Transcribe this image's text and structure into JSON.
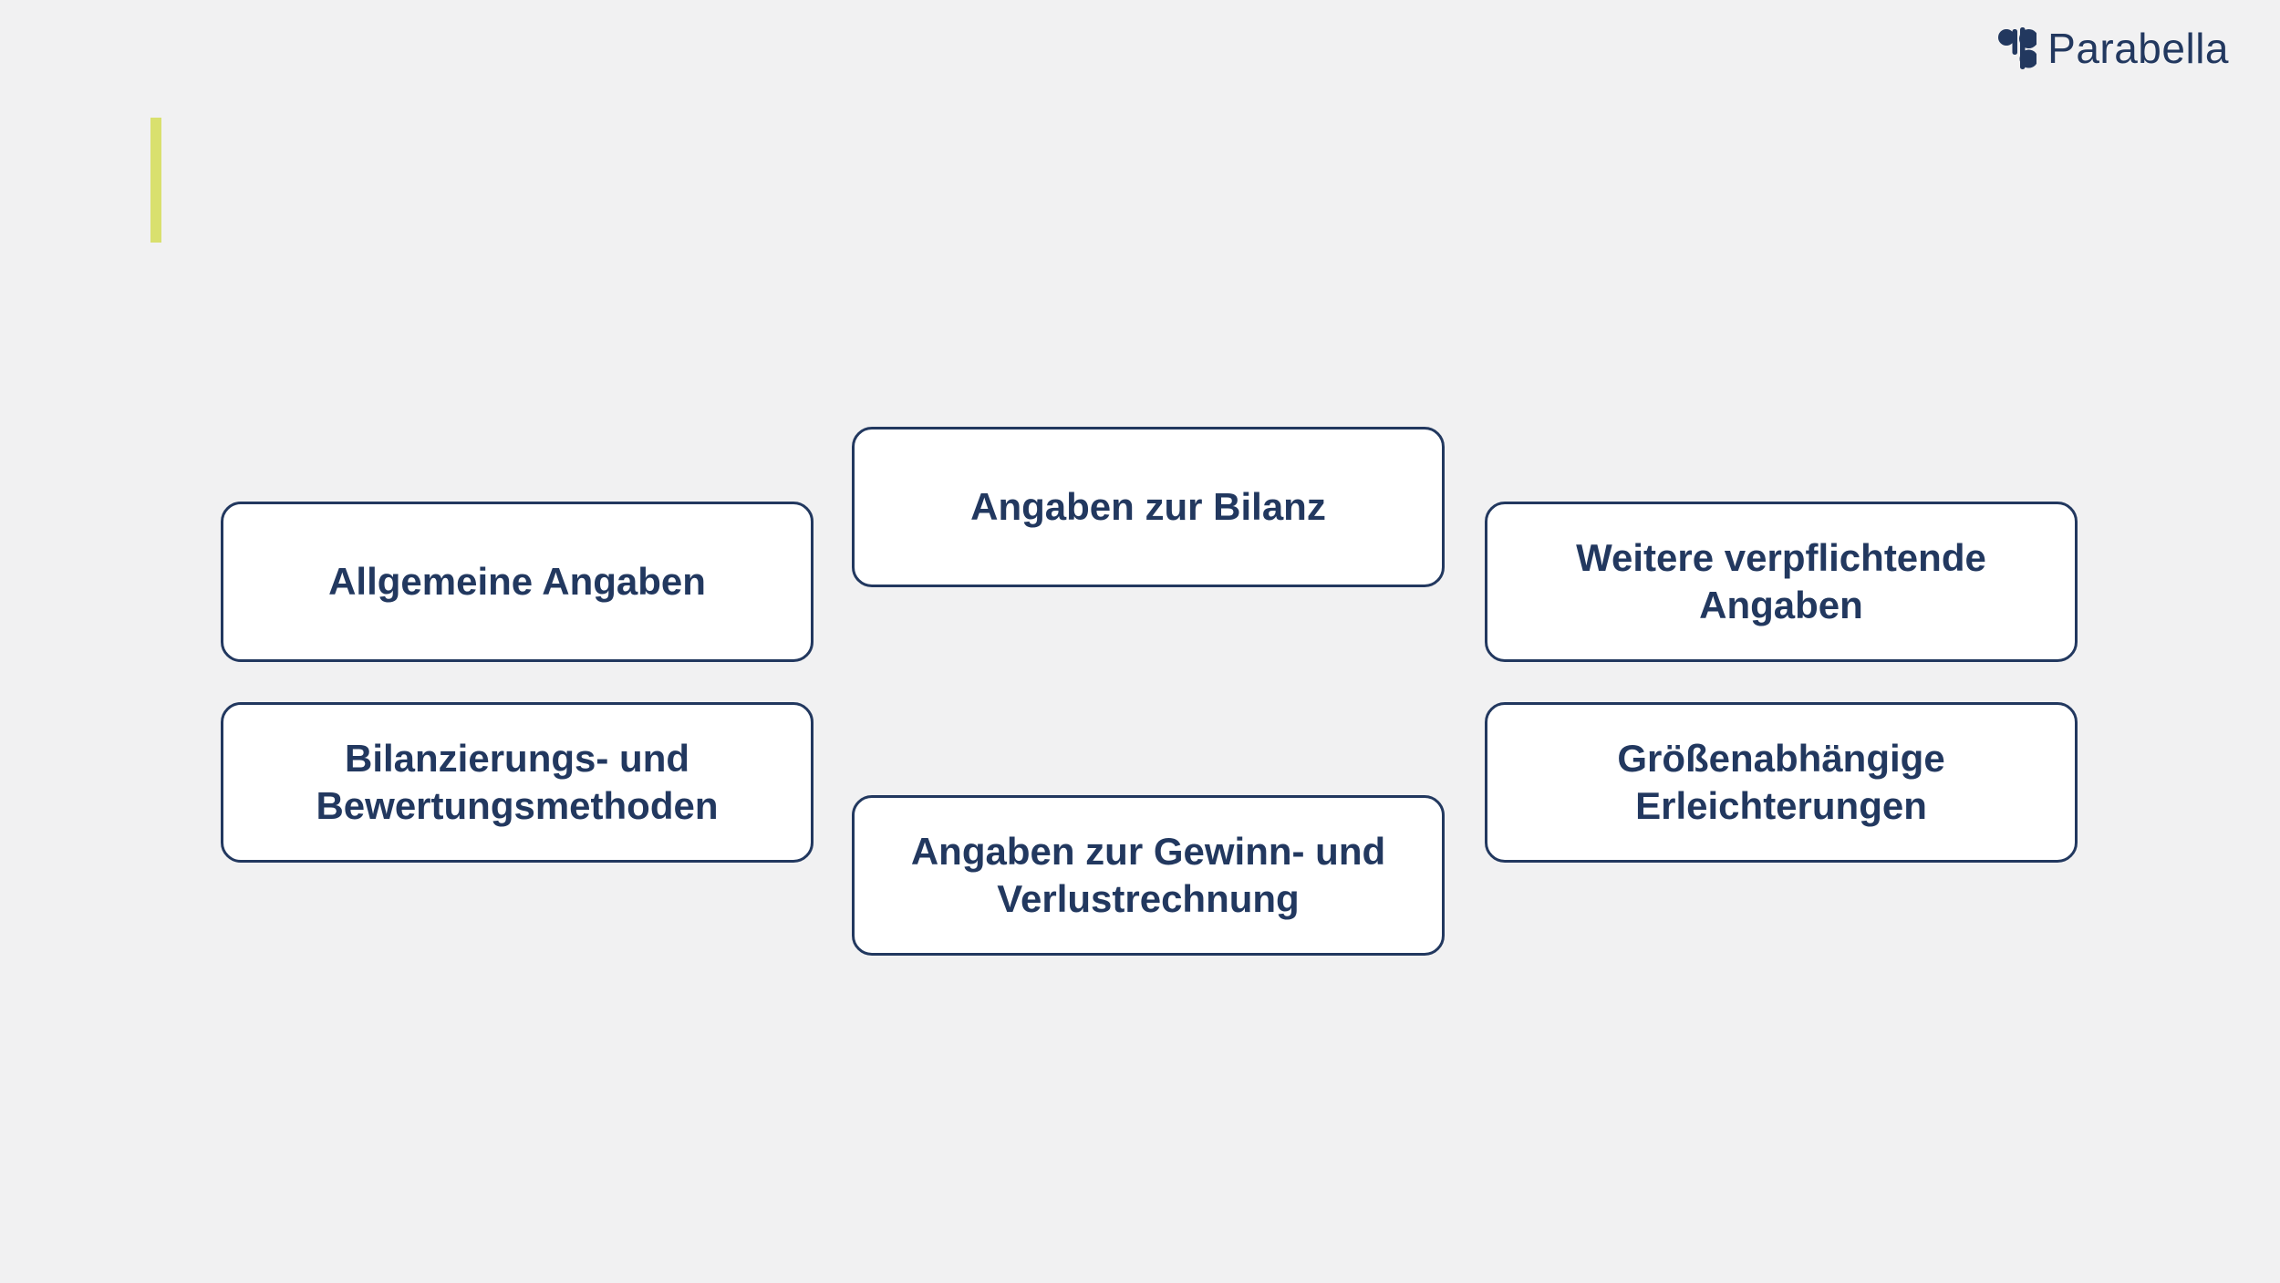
{
  "slide": {
    "background": "#f1f1f2",
    "accent_bar_color": "#d9e06e",
    "navy": "#22385f",
    "card_background": "#ffffff"
  },
  "logo": {
    "text": "Parabella",
    "mark": "parabella-b-icon"
  },
  "cards": [
    {
      "id": "allgemeine-angaben",
      "label": "Allgemeine Angaben"
    },
    {
      "id": "angaben-zur-bilanz",
      "label": "Angaben zur Bilanz"
    },
    {
      "id": "weitere-verpflichtende-angaben",
      "label": "Weitere verpflichtende Angaben"
    },
    {
      "id": "bilanzierungs-und-bewertungsmethoden",
      "label": "Bilanzierungs- und Bewertungsmethoden"
    },
    {
      "id": "angaben-zur-gewinn-und-verlustrechnung",
      "label": "Angaben zur Gewinn- und Verlustrechnung"
    },
    {
      "id": "groessenabhaengige-erleichterungen",
      "label": "Größenabhängige Erleichterungen"
    }
  ]
}
